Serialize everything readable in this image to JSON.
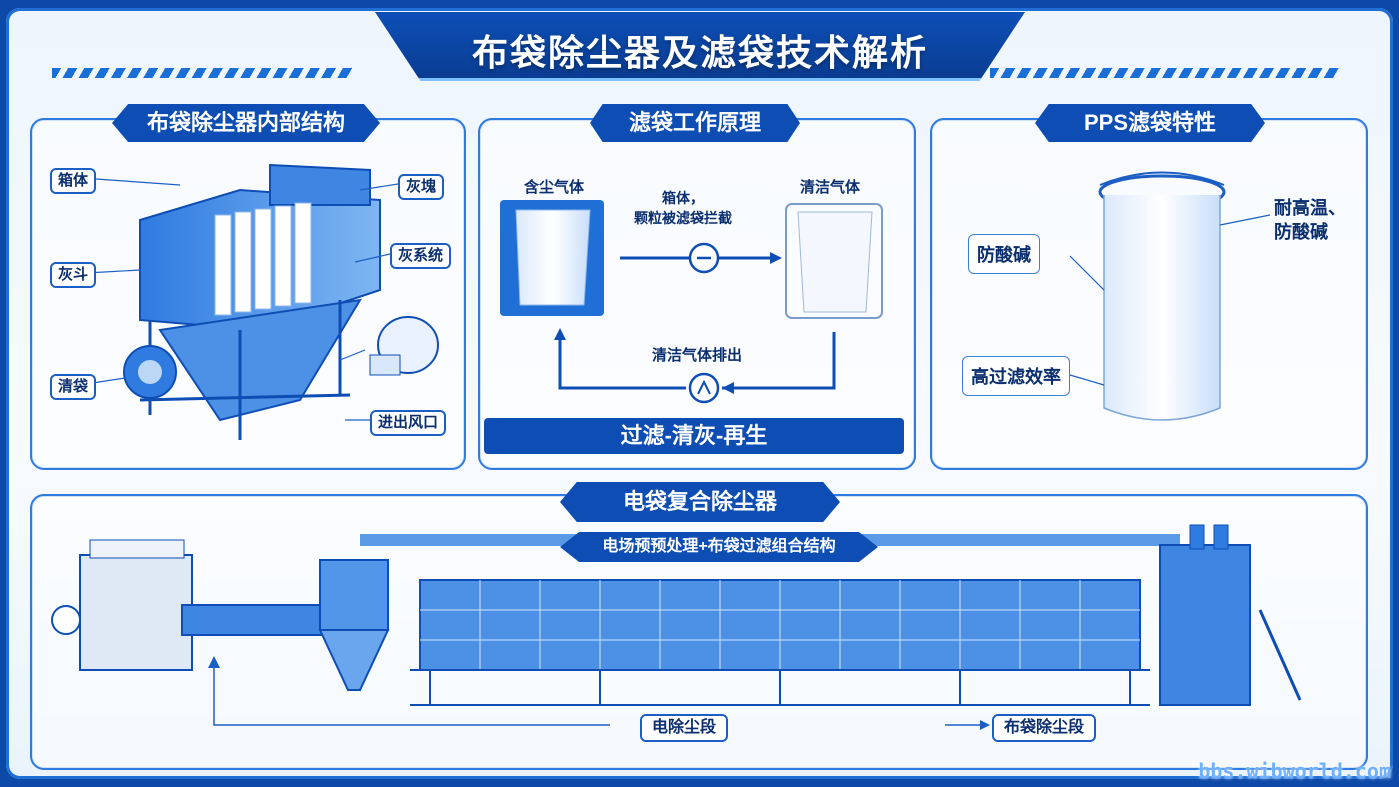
{
  "title": "布袋除尘器及滤袋技术解析",
  "panel1": {
    "heading": "布袋除尘器内部结构",
    "labels": {
      "box": "箱体",
      "hopper": "灰斗",
      "bag": "清袋",
      "duct": "灰塊",
      "system": "灰系统",
      "port": "进出风口"
    }
  },
  "panel2": {
    "heading": "滤袋工作原理",
    "dusty_gas": "含尘气体",
    "clean_gas": "清洁气体",
    "intercept": "箱体，\n颗粒被滤袋拦截",
    "exhaust": "清洁气体排出",
    "cycle": "过滤-清灰-再生"
  },
  "panel3": {
    "heading": "PPS滤袋特性",
    "feature_left_1": "防酸碱",
    "feature_left_2": "高过滤效率",
    "feature_right": "耐高温、\n防酸碱"
  },
  "panel4": {
    "heading": "电袋复合除尘器",
    "sub": "电场预预处理+布袋过滤组合结构",
    "stage1": "电除尘段",
    "stage2": "布袋除尘段"
  },
  "watermark": "bbs.wibworld.com",
  "colors": {
    "primary": "#0e4eb4",
    "line": "#1c5fc4",
    "light": "#cfe3fb"
  }
}
